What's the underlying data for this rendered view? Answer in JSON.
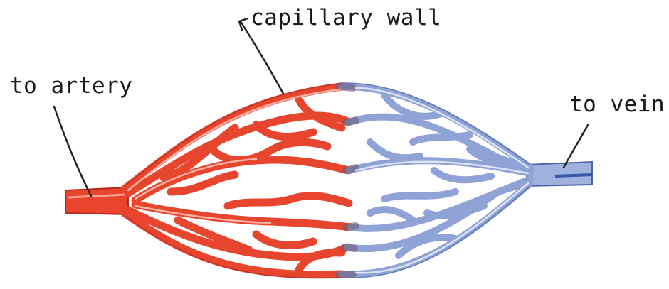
{
  "labels": {
    "capillary_wall": "capillary wall",
    "to_artery": "to artery",
    "to_vein": "to vein"
  },
  "colors": {
    "arterial": "#e8452f",
    "arterial_dark": "#b82a1c",
    "venous": "#8fa3d6",
    "venous_dark": "#4c63a8",
    "leader_line": "#222222"
  }
}
